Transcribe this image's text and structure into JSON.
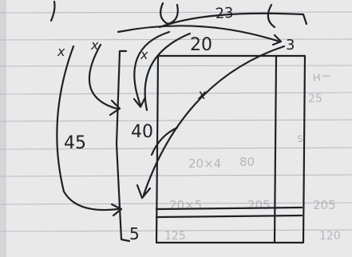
{
  "image": {
    "subject": "handwritten-sketch-on-lined-paper",
    "colors": {
      "paper": "#e9e9ea",
      "ink": "#1e2124",
      "rule": "#b9bcc2",
      "bleed_through": "#8d9096"
    }
  },
  "labels": {
    "top_length": "23",
    "rect_width": "20",
    "rect_right_corner": "3",
    "left_top_height": "40",
    "left_total_height": "45",
    "bottom_height": "5",
    "x_marks": [
      "x",
      "x",
      "x",
      "x"
    ]
  }
}
